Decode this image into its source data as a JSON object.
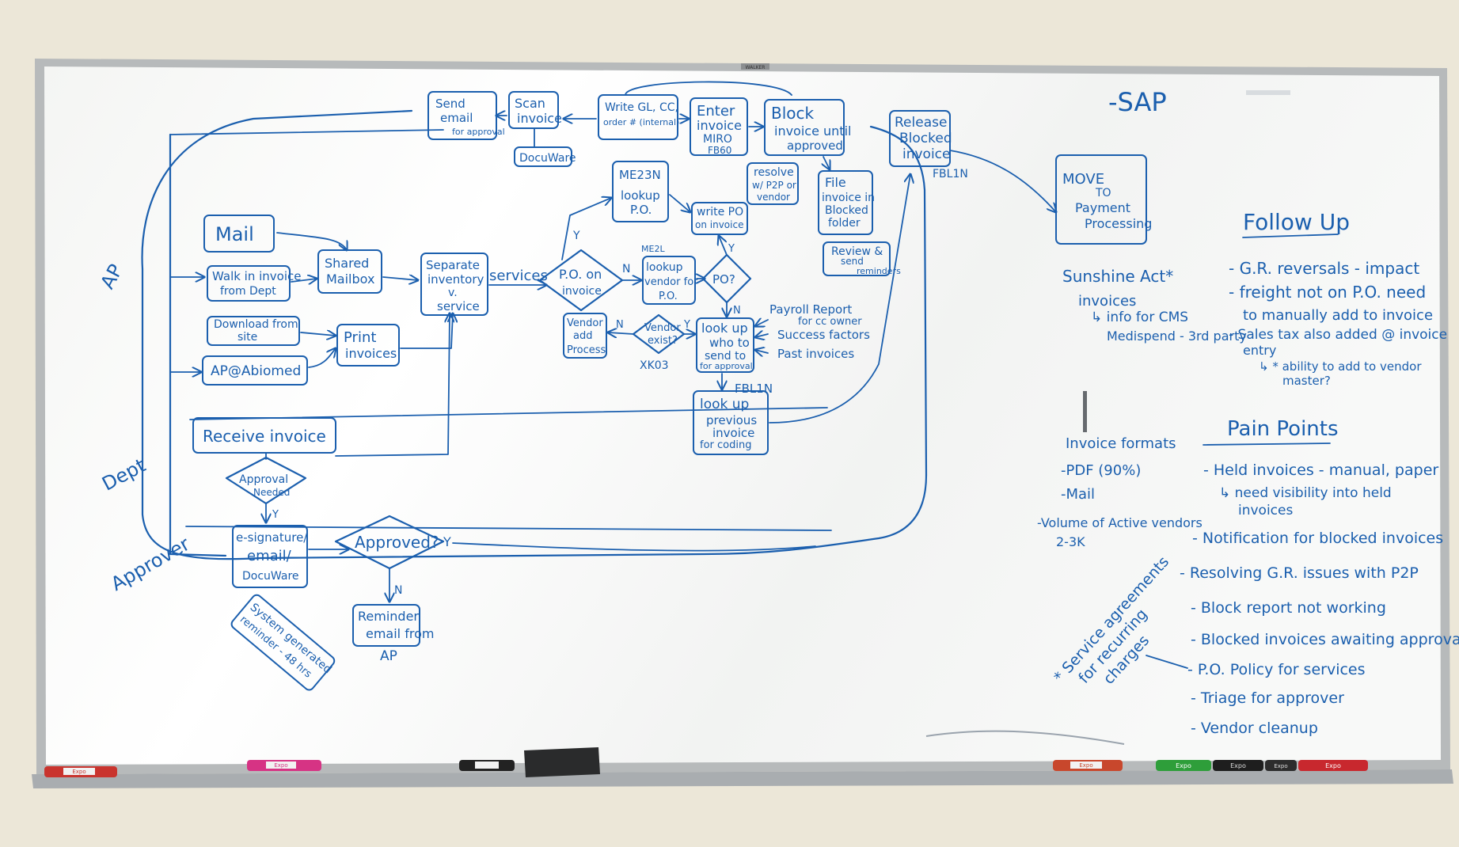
{
  "board": {
    "brand": "WALKER",
    "system": "-SAP",
    "lanes": {
      "ap": "AP",
      "dept": "Dept",
      "approver": "Approver"
    }
  },
  "flow": {
    "send_email": [
      "Send",
      "email",
      "for approval"
    ],
    "scan_invoice": [
      "Scan",
      "invoice"
    ],
    "docuware_top": "DocuWare",
    "write_gl": [
      "Write GL, CC,",
      "order # (internal)"
    ],
    "enter_invoice": [
      "Enter",
      "invoice",
      "MIRO",
      "FB60"
    ],
    "block_invoice": [
      "Block",
      "invoice until",
      "approved"
    ],
    "release_blocked": [
      "Release",
      "Blocked",
      "invoice"
    ],
    "fbl1n_release": "FBL1N",
    "move_payment": [
      "MOVE",
      "TO",
      "Payment",
      "Processing"
    ],
    "lookup_po": [
      "ME23N",
      "lookup",
      "P.O."
    ],
    "write_po": [
      "write PO",
      "on invoice"
    ],
    "resolve": [
      "resolve",
      "w/ P2P or",
      "vendor"
    ],
    "file_invoice": [
      "File",
      "invoice in",
      "Blocked",
      "folder"
    ],
    "review": [
      "Review &",
      "send",
      "reminders"
    ],
    "mail": "Mail",
    "walk_in": [
      "Walk in invoice",
      "from Dept"
    ],
    "shared_mailbox": [
      "Shared",
      "Mailbox"
    ],
    "download": [
      "Download from",
      "site"
    ],
    "print": [
      "Print",
      "invoices"
    ],
    "ap_abiomed": "AP@Abiomed",
    "separate": [
      "Separate",
      "inventory",
      "v.",
      "service"
    ],
    "services": "services",
    "po_on_invoice": [
      "P.O. on",
      "invoice"
    ],
    "lookup_vendor": [
      "ME2L",
      "lookup",
      "vendor for",
      "P.O."
    ],
    "po_q": "PO?",
    "vendor_exists": [
      "Vendor",
      "exist?"
    ],
    "xk03": "XK03",
    "vendor_add": [
      "Vendor",
      "add",
      "Process"
    ],
    "lookup_who": [
      "look up",
      "who to",
      "send to",
      "for approval"
    ],
    "payroll": [
      "Payroll Report",
      "for cc owner"
    ],
    "success": "Success factors",
    "past": "Past invoices",
    "fbl1n": "FBL1N",
    "lookup_previous": [
      "look up",
      "previous",
      "invoice",
      "for coding"
    ],
    "receive": "Receive invoice",
    "approval_needed": [
      "Approval",
      "Needed"
    ],
    "esignature": [
      "e-signature/",
      "email/",
      "DocuWare"
    ],
    "approved": "Approved?",
    "reminder": [
      "Reminder",
      "email from",
      "AP"
    ],
    "system_reminder": [
      "System generated",
      "reminder - 48 hrs"
    ],
    "yes": "Y",
    "no": "N"
  },
  "notes": {
    "sunshine": [
      "Sunshine Act*",
      "invoices",
      "↳ info for CMS",
      "Medispend - 3rd party"
    ],
    "formats_title": "Invoice formats",
    "formats": [
      "-PDF (90%)",
      "-Mail"
    ],
    "volume": [
      "-Volume of Active vendors",
      "2-3K"
    ],
    "service": [
      "* Service agreements",
      "for recurring",
      "charges"
    ]
  },
  "follow_up": {
    "title": "Follow Up",
    "items": [
      "- G.R. reversals - impact",
      "- freight not on P.O. need",
      "to manually add to invoice",
      "- Sales tax also added @ invoice",
      "entry",
      "↳ * ability to add to vendor",
      "master?"
    ]
  },
  "pain_points": {
    "title": "Pain Points",
    "items": [
      "- Held invoices - manual, paper",
      "↳ need visibility into held",
      "invoices",
      "- Notification for blocked invoices",
      "- Resolving G.R. issues with P2P",
      "- Block report not working",
      "- Blocked invoices awaiting approval",
      "- P.O. Policy for services",
      "- Triage for approver",
      "- Vendor cleanup"
    ]
  },
  "markers": [
    "Expo",
    "Expo",
    "Expo",
    "Expo",
    "Expo",
    "Expo",
    "Expo"
  ],
  "colors": {
    "ink": "#1b5fae",
    "board": "#f7f8f6",
    "wall": "#ece7d8",
    "frame": "#b9bcbd"
  }
}
